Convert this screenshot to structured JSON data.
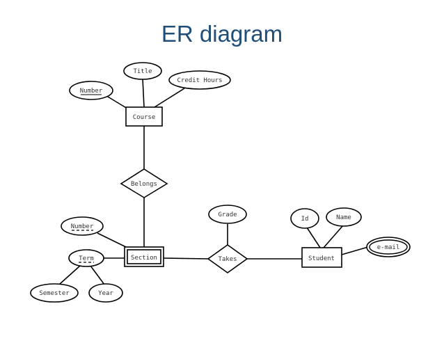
{
  "title": "ER diagram",
  "entities": {
    "course": "Course",
    "section": "Section",
    "student": "Student"
  },
  "relationships": {
    "belongs": "Belongs",
    "takes": "Takes"
  },
  "attributes": {
    "course_title": "Title",
    "course_credit_hours": "Credit Hours",
    "course_number": "Number",
    "section_number": "Number",
    "section_term": "Term",
    "term_semester": "Semester",
    "term_year": "Year",
    "takes_grade": "Grade",
    "student_id": "Id",
    "student_name": "Name",
    "student_email": "e-mail"
  },
  "colors": {
    "title": "#1f4e79",
    "stroke": "#000000"
  }
}
